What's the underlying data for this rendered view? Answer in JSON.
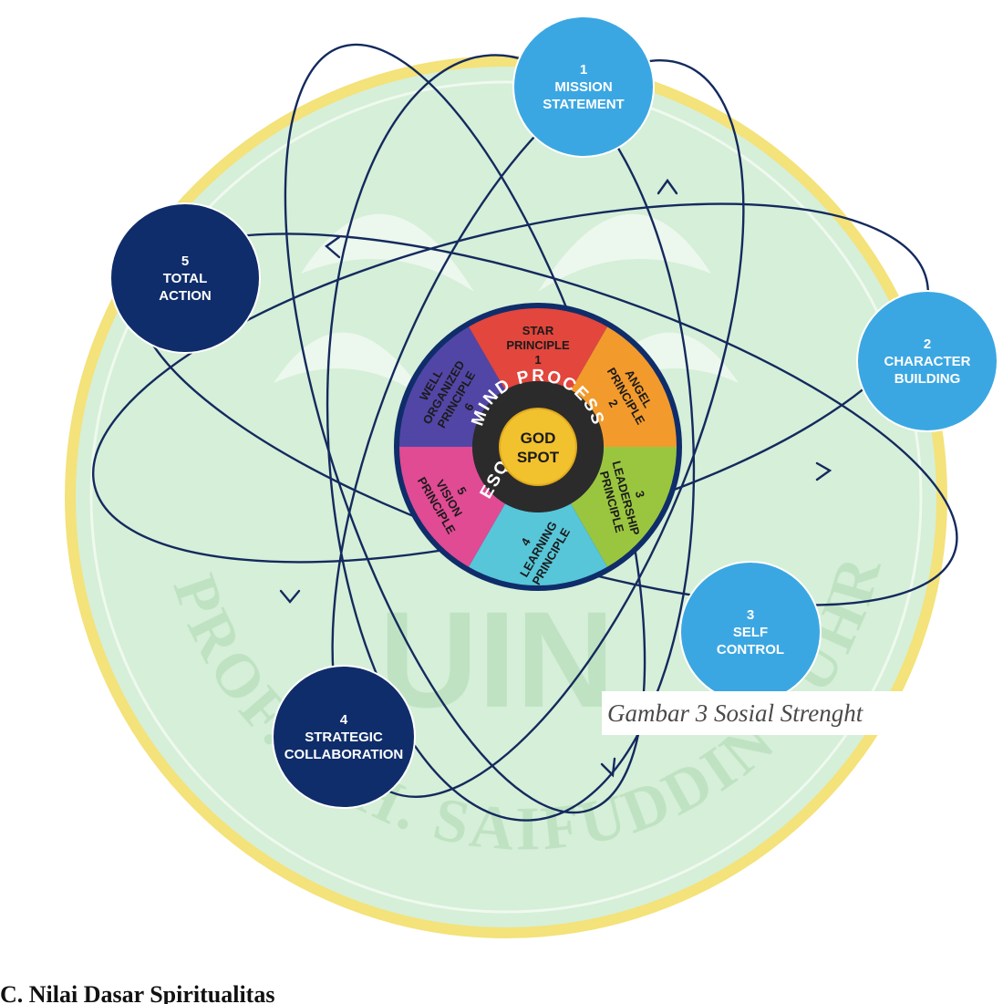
{
  "colors": {
    "watermark_fill": "#d6efd8",
    "watermark_ring": "#f4e27a",
    "light_blue": "#3ba7e2",
    "dark_navy": "#0f2d6a",
    "orbit_line": "#142a5e",
    "ring_dark": "#2b2b2b",
    "core_yellow": "#f2c12e"
  },
  "watermark": {
    "arc_text": "PROF. K.H. SAIFUDDIN ZUHRI",
    "center_text": "UIN"
  },
  "nodes": [
    {
      "id": "mission",
      "number": "1",
      "lines": [
        "MISSION",
        "STATEMENT"
      ],
      "tone": "light"
    },
    {
      "id": "character",
      "number": "2",
      "lines": [
        "CHARACTER",
        "BUILDING"
      ],
      "tone": "light"
    },
    {
      "id": "self-control",
      "number": "3",
      "lines": [
        "SELF",
        "CONTROL"
      ],
      "tone": "light"
    },
    {
      "id": "strategic",
      "number": "4",
      "lines": [
        "STRATEGIC",
        "COLLABORATION"
      ],
      "tone": "dark"
    },
    {
      "id": "total-action",
      "number": "5",
      "lines": [
        "TOTAL",
        "ACTION"
      ],
      "tone": "dark"
    }
  ],
  "principles": [
    {
      "id": "star",
      "color": "#e2463c",
      "lines": [
        "STAR",
        "PRINCIPLE",
        "1"
      ]
    },
    {
      "id": "angel",
      "color": "#f39a2c",
      "lines": [
        "ANGEL",
        "PRINCIPLE",
        "2"
      ]
    },
    {
      "id": "leadership",
      "color": "#9ac63f",
      "lines": [
        "3",
        "LEADERSHIP",
        "PRINCIPLE"
      ]
    },
    {
      "id": "learning",
      "color": "#57c6d9",
      "lines": [
        "4",
        "LEARNING",
        "PRINCIPLE"
      ]
    },
    {
      "id": "vision",
      "color": "#e04b94",
      "lines": [
        "5",
        "VISION",
        "PRINCIPLE"
      ]
    },
    {
      "id": "well-organized",
      "color": "#5146a6",
      "lines": [
        "WELL",
        "ORGANIZED",
        "PRINCIPLE",
        "6"
      ]
    }
  ],
  "ring_text": "MIND PROCESS",
  "ring_text_left": "ESQ",
  "core_lines": [
    "GOD",
    "SPOT"
  ],
  "caption": "Gambar 3 Sosial Strenght",
  "heading": "C.  Nilai Dasar Spiritualitas"
}
